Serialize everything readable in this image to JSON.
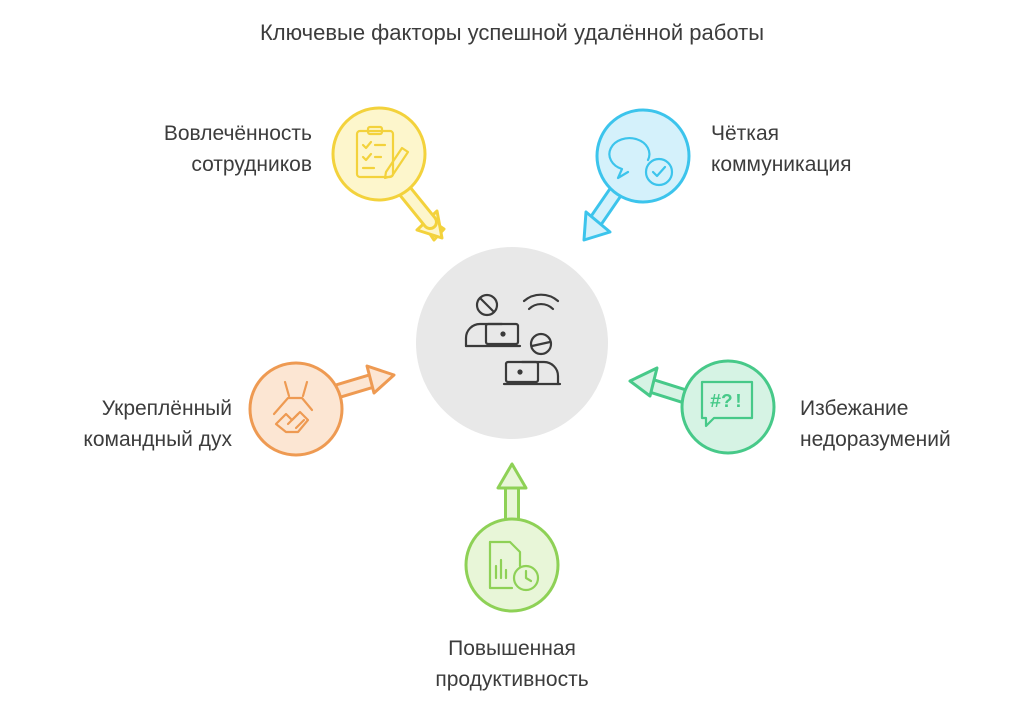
{
  "title": "Ключевые факторы успешной удалённой работы",
  "center": {
    "icon": "remote-work-icon",
    "color": "#e8e8e8"
  },
  "factors": [
    {
      "id": "engagement",
      "label": "Вовлечённость\nсотрудников",
      "icon": "clipboard-checklist-icon",
      "color": "#f3d23c",
      "fill": "#fdf6cc"
    },
    {
      "id": "communication",
      "label": "Чёткая\nкоммуникация",
      "icon": "chat-check-icon",
      "color": "#3cc4ec",
      "fill": "#d4f1fb"
    },
    {
      "id": "misunderstanding",
      "label": "Избежание\nнедоразумений",
      "icon": "speech-symbols-icon",
      "color": "#47c989",
      "fill": "#d6f3e4"
    },
    {
      "id": "productivity",
      "label": "Повышенная\nпродуктивность",
      "icon": "report-clock-icon",
      "color": "#8ed156",
      "fill": "#e8f6d8"
    },
    {
      "id": "team-spirit",
      "label": "Укреплённый\nкомандный дух",
      "icon": "team-hands-icon",
      "color": "#ee9a52",
      "fill": "#fce6d3"
    }
  ]
}
